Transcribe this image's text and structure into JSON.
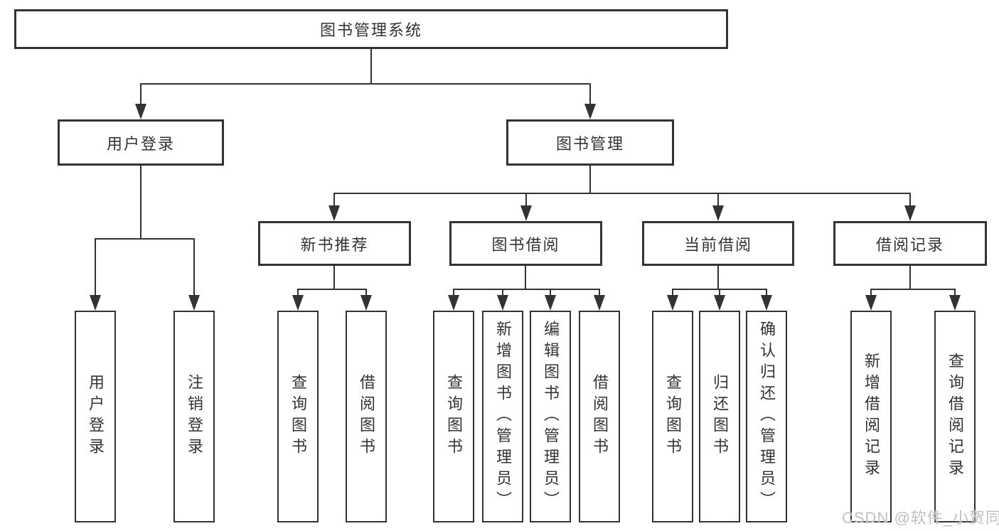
{
  "tree": {
    "label": "图书管理系统",
    "children": [
      {
        "label": "用户登录",
        "children": [
          {
            "label": "用户登录"
          },
          {
            "label": "注销登录"
          }
        ]
      },
      {
        "label": "图书管理",
        "children": [
          {
            "label": "新书推荐",
            "children": [
              {
                "label": "查询图书"
              },
              {
                "label": "借阅图书"
              }
            ]
          },
          {
            "label": "图书借阅",
            "children": [
              {
                "label": "查询图书"
              },
              {
                "label": "新增图书（管理员）"
              },
              {
                "label": "编辑图书（管理员）"
              },
              {
                "label": "借阅图书"
              }
            ]
          },
          {
            "label": "当前借阅",
            "children": [
              {
                "label": "查询图书"
              },
              {
                "label": "归还图书"
              },
              {
                "label": "确认归还（管理员）"
              }
            ]
          },
          {
            "label": "借阅记录",
            "children": [
              {
                "label": "新增借阅记录"
              },
              {
                "label": "查询借阅记录"
              }
            ]
          }
        ]
      }
    ]
  },
  "watermark": "CSDN @软件_小贺同学",
  "colors": {
    "line": "#333333",
    "box_border": "#333333",
    "box_fill": "#ffffff",
    "text": "#333333",
    "watermark_text": "#c0c0c0",
    "background": "#ffffff"
  }
}
